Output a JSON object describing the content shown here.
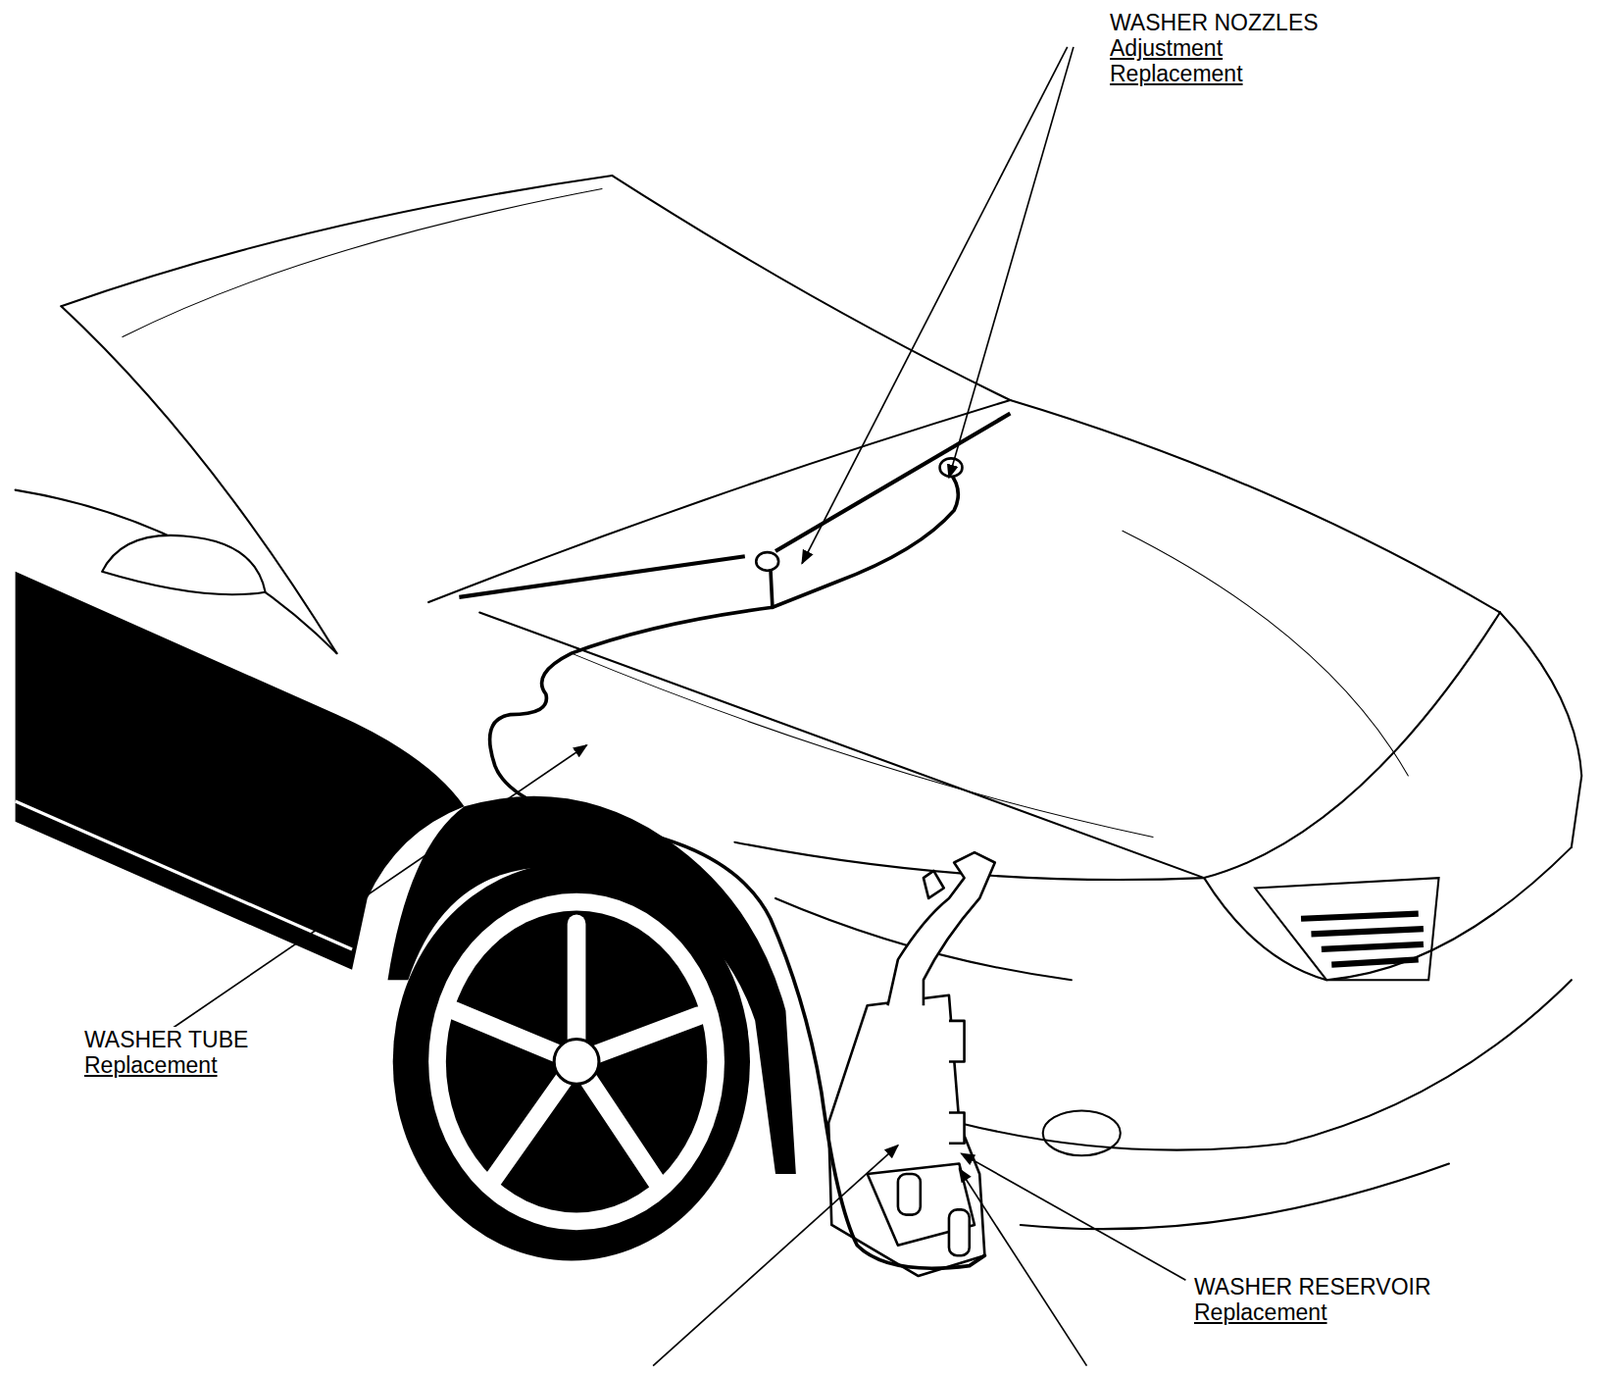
{
  "diagram": {
    "labels": [
      "WASHER NOZZLES",
      "Adjustment",
      "Replacement",
      "WASHER TUBE",
      "Replacement",
      "WASHER RESERVOIR",
      "Replacement"
    ]
  }
}
